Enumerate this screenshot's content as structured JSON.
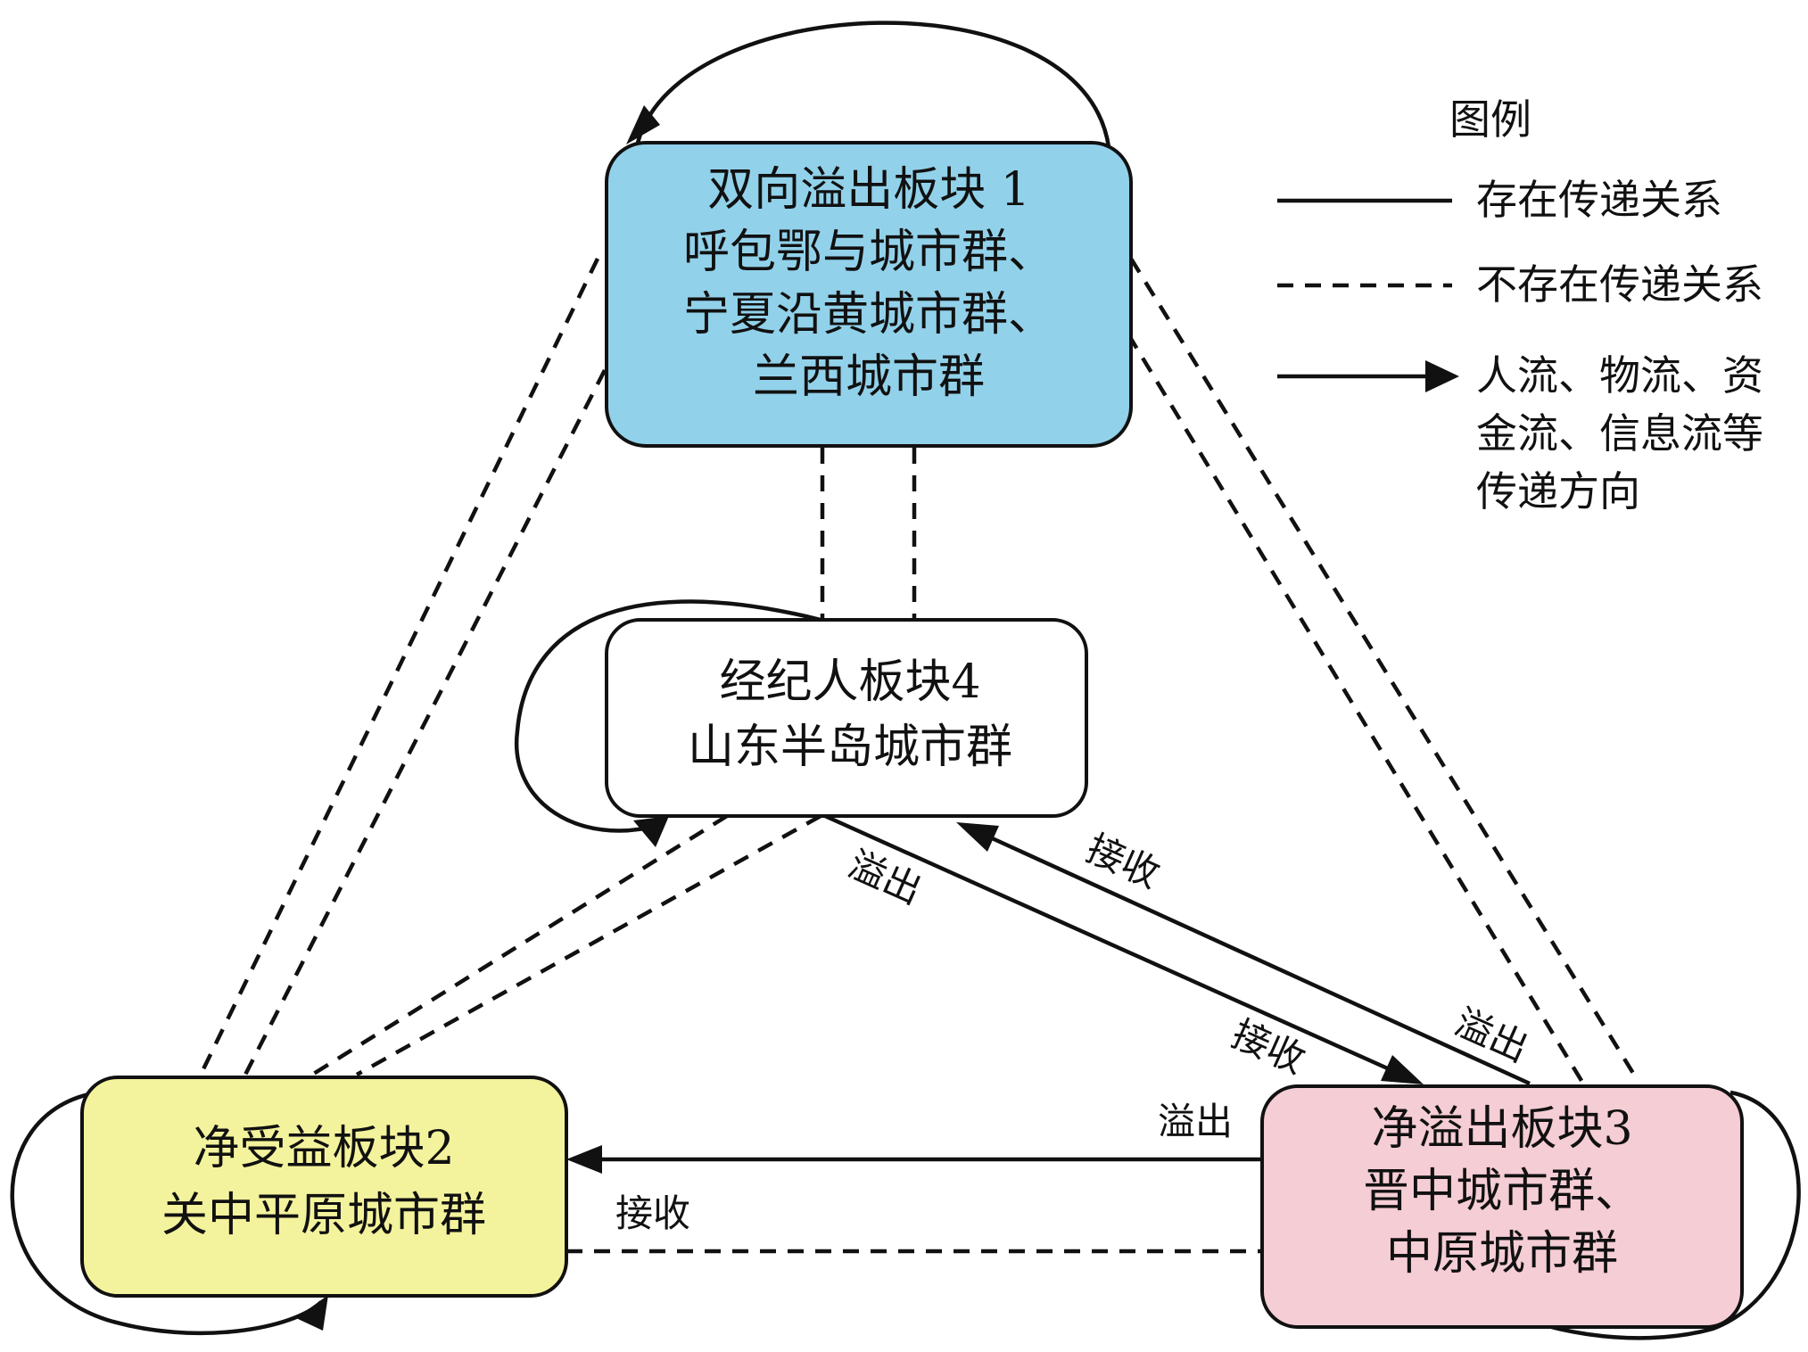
{
  "nodes": {
    "block1": {
      "lines": [
        "双向溢出板块 1",
        "呼包鄂与城市群、",
        "宁夏沿黄城市群、",
        "兰西城市群"
      ],
      "fill": "#92d1ea"
    },
    "block2": {
      "lines": [
        "净受益板块2",
        "关中平原城市群"
      ],
      "fill": "#f4f39d"
    },
    "block3": {
      "lines": [
        "净溢出板块3",
        "晋中城市群、",
        "中原城市群"
      ],
      "fill": "#f5cdd5"
    },
    "block4": {
      "lines": [
        "经纪人板块4",
        "山东半岛城市群"
      ],
      "fill": "#ffffff"
    }
  },
  "edge_labels": {
    "b4_b3_spill": "溢出",
    "b4_b3_receive": "接收",
    "b3_b4_spill": "溢出",
    "b3_b4_receive": "接收",
    "b3_b2_spill": "溢出",
    "b3_b2_receive": "接收"
  },
  "legend": {
    "title": "图例",
    "solid_label": "存在传递关系",
    "dashed_label": "不存在传递关系",
    "arrow_label_lines": [
      "人流、物流、资",
      "金流、信息流等",
      "传递方向"
    ]
  }
}
